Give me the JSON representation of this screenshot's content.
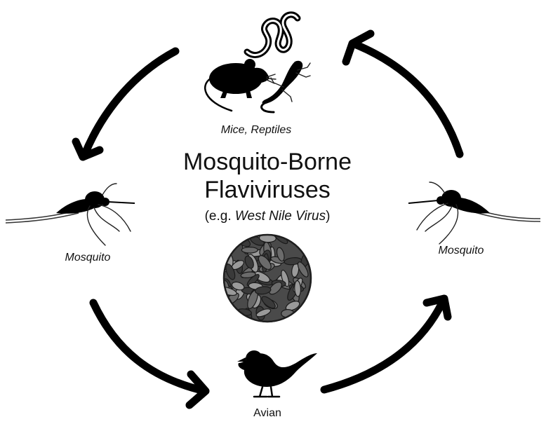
{
  "title_line1": "Mosquito-Borne",
  "title_line2": "Flaviviruses",
  "subtitle_prefix": "(e.g. ",
  "subtitle_italic": "West Nile Virus",
  "subtitle_suffix": ")",
  "labels": {
    "top": "Mice, Reptiles",
    "left": "Mosquito",
    "right": "Mosquito",
    "bottom": "Avian"
  },
  "icons": {
    "snake": "snake-icon",
    "mouse": "mouse-icon",
    "lizard": "lizard-icon",
    "mosquito_left": "mosquito-icon",
    "mosquito_right": "mosquito-icon",
    "virus": "virus-particle-icon",
    "bird": "bird-icon"
  },
  "colors": {
    "ink": "#000000",
    "virus_dark": "#3a3a3a",
    "virus_mid": "#6b6b6b",
    "virus_light": "#9a9a9a"
  }
}
